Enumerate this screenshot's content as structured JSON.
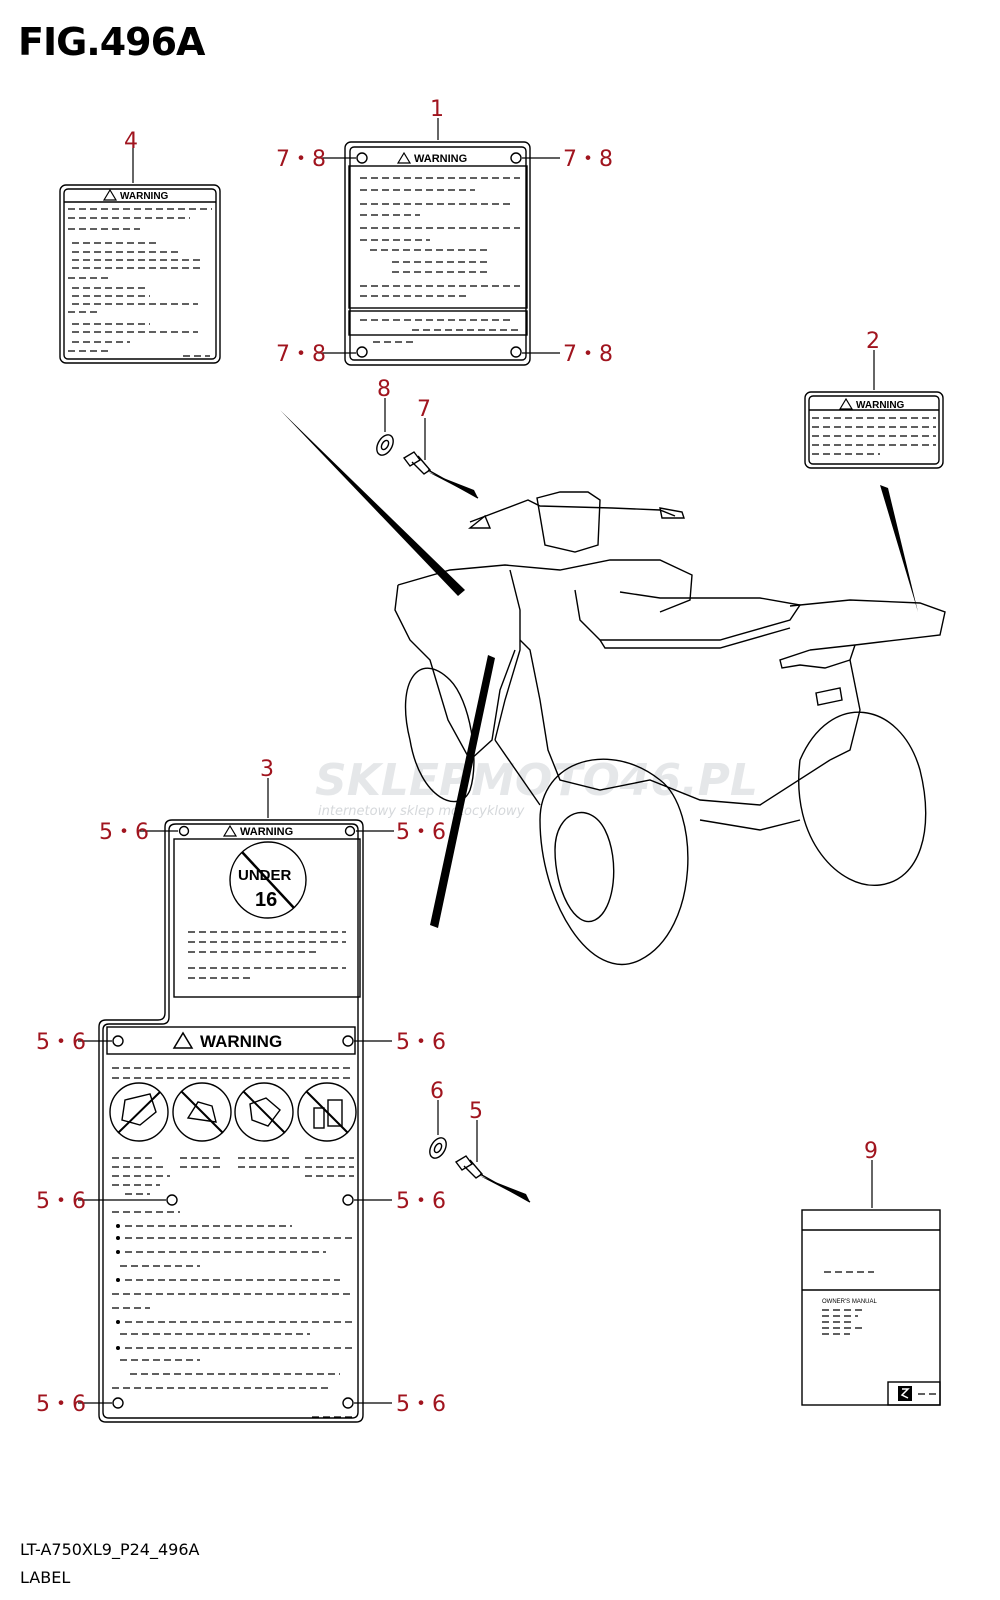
{
  "header": {
    "title": "FIG.496A"
  },
  "footer": {
    "code": "LT-A750XL9_P24_496A",
    "section": "LABEL"
  },
  "labels": {
    "warning_text": "WARNING",
    "under_text": "UNDER",
    "under_number": "16",
    "manual_text": "OWNER'S MANUAL"
  },
  "watermark": {
    "main": "SKLEPMOTO46.PL",
    "sub": "internetowy sklep motocyklowy"
  },
  "callouts": {
    "part_1": "1",
    "part_2": "2",
    "part_3": "3",
    "part_4": "4",
    "part_5": "5",
    "part_6": "6",
    "part_7": "7",
    "part_8": "8",
    "part_9": "9",
    "ref_78": "7・8",
    "ref_56": "5・6"
  },
  "colors": {
    "callout": "#a0141e",
    "line": "#000000"
  }
}
